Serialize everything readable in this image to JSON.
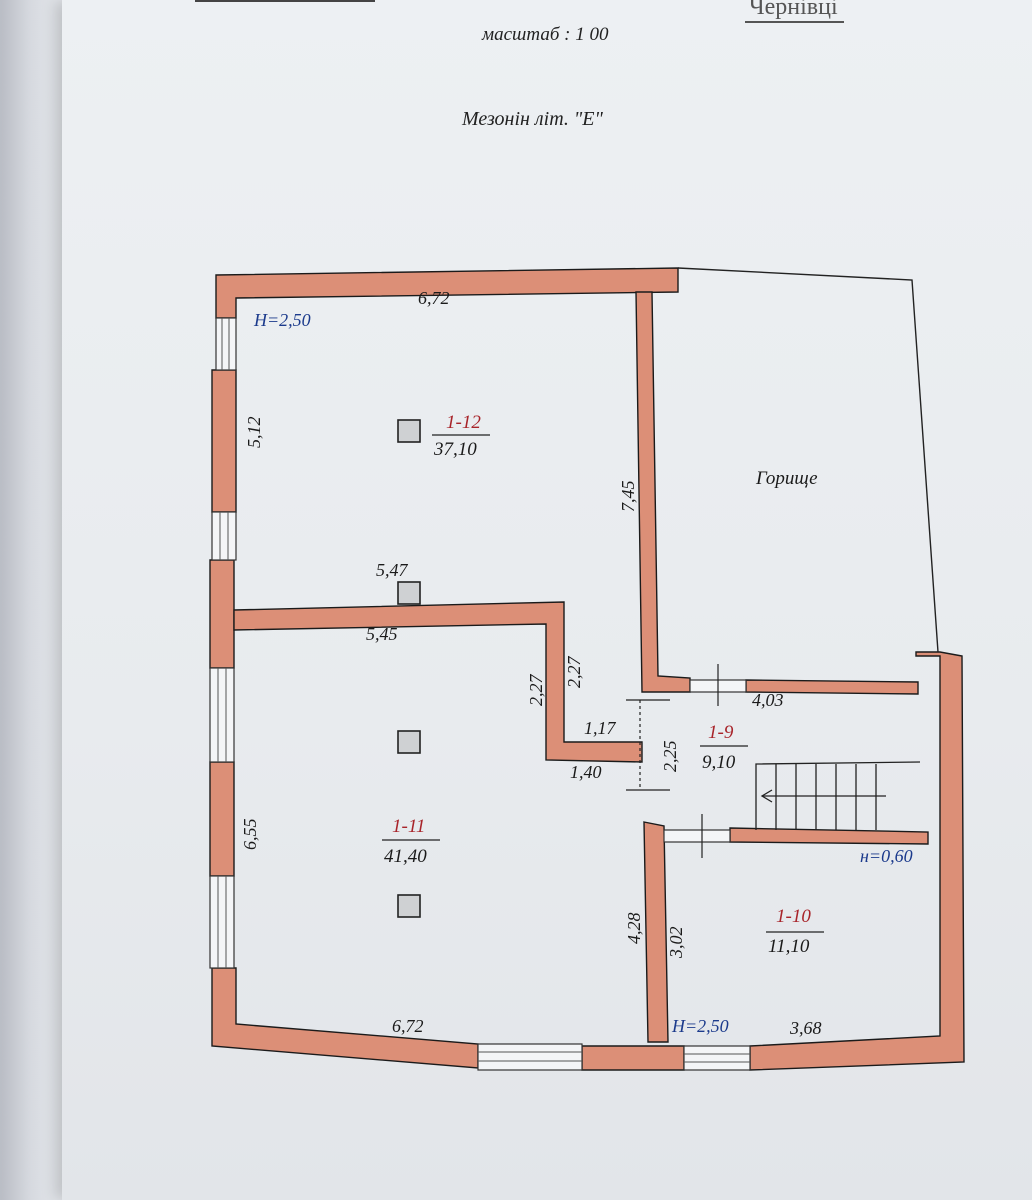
{
  "header": {
    "city": "Чернівці",
    "scale": "масштаб : 1 00",
    "title": "Мезонін літ. \"Е\""
  },
  "rooms": [
    {
      "id": "1-12",
      "area": "37,10"
    },
    {
      "id": "1-11",
      "area": "41,40"
    },
    {
      "id": "1-9",
      "area": "9,10"
    },
    {
      "id": "1-10",
      "area": "11,10"
    }
  ],
  "attic": "Горище",
  "heights": {
    "h_top": "H=2,50",
    "h_bottom": "H=2,50",
    "h_small": "н=0,60"
  },
  "dimensions": {
    "top_width": "6,72",
    "left_upper": "5,12",
    "mid_top": "5,47",
    "mid_bottom": "5,45",
    "right_upper": "7,45",
    "notch_outer": "2,27",
    "notch_inner": "2,27",
    "notch_bottom_upper": "1,17",
    "notch_bottom_lower": "1,40",
    "corridor_h": "2,25",
    "corridor_w": "4,03",
    "left_lower": "6,55",
    "right_lower": "4,28",
    "room10_h": "3,02",
    "bottom_left": "6,72",
    "bottom_right": "3,68"
  },
  "colors": {
    "wall": "#dc8f77",
    "wall_stroke": "#1b1b1b",
    "paper": "#eceff2"
  }
}
